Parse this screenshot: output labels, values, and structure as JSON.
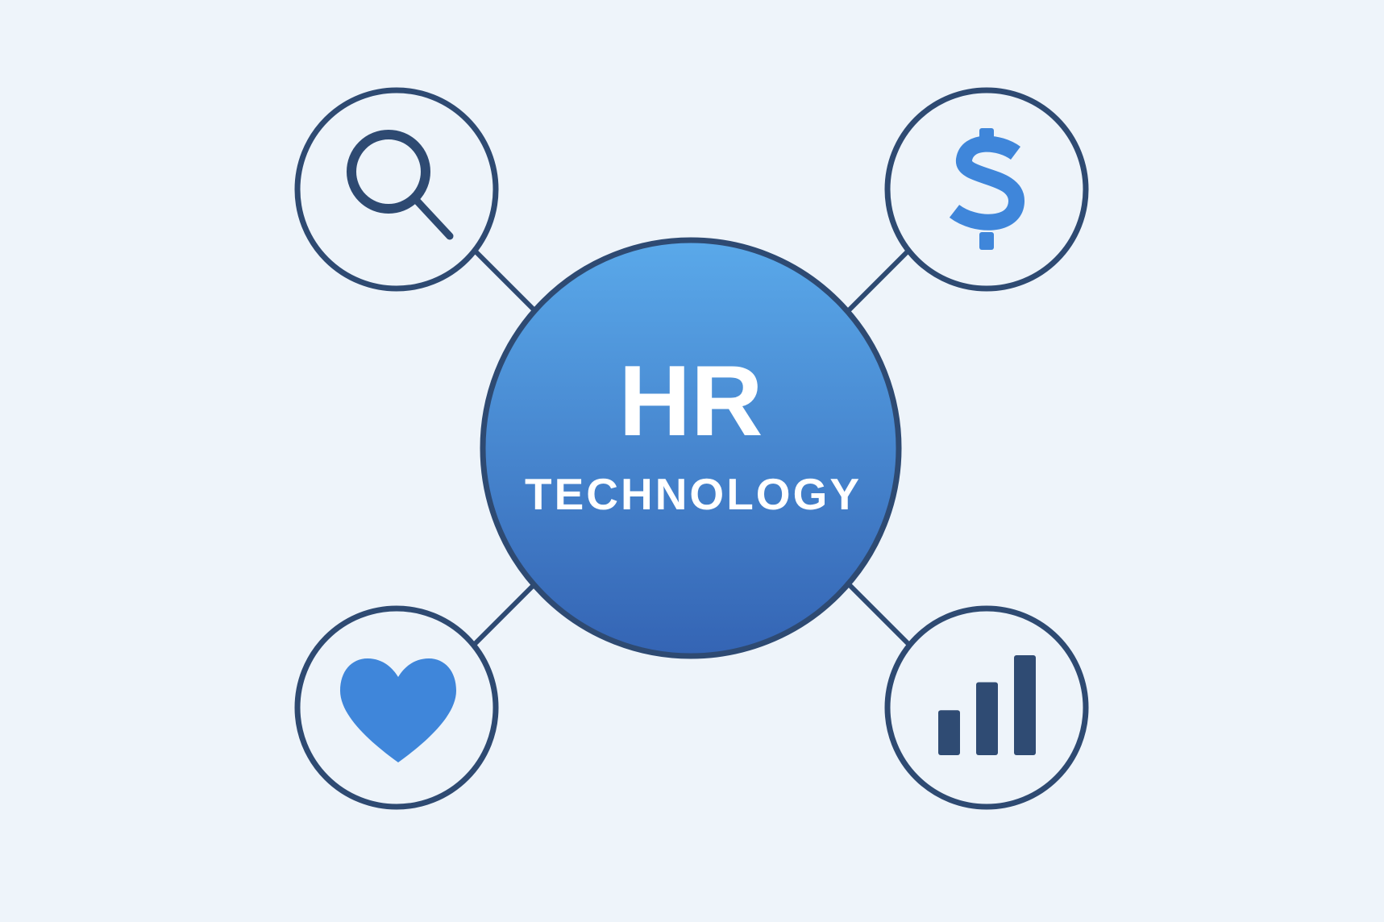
{
  "hub": {
    "title": "HR",
    "subtitle": "TECHNOLOGY"
  },
  "satellites": [
    {
      "name": "recruiting",
      "icon": "magnifying-glass-icon"
    },
    {
      "name": "compensation",
      "icon": "dollar-sign-icon"
    },
    {
      "name": "wellbeing",
      "icon": "heart-icon"
    },
    {
      "name": "analytics",
      "icon": "bar-chart-icon"
    }
  ],
  "analytics_bars": [
    0.45,
    0.73,
    1.0
  ],
  "colors": {
    "background": "#eef4fa",
    "outline": "#2e4a72",
    "hub_gradient_top": "#5aa9ea",
    "hub_gradient_bottom": "#3464b4",
    "icon_accent": "#3f86da",
    "icon_dark": "#2f4b73",
    "text": "#ffffff"
  }
}
